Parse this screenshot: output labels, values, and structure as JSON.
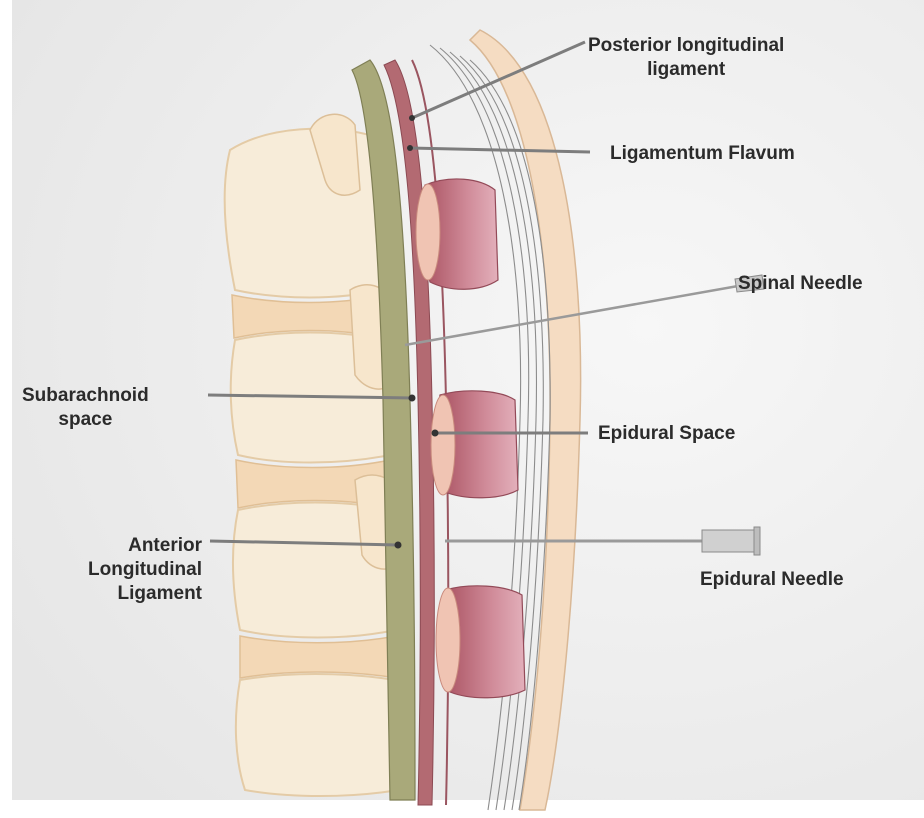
{
  "diagram": {
    "labels": {
      "posterior_longitudinal_ligament": [
        "Posterior longitudinal",
        "ligament"
      ],
      "ligamentum_flavum": "Ligamentum Flavum",
      "spinal_needle": "Spinal Needle",
      "subarachnoid_space": [
        "Subarachnoid",
        "space"
      ],
      "epidural_space": "Epidural Space",
      "anterior_longitudinal_ligament": [
        "Anterior",
        "Longitudinal",
        "Ligament"
      ],
      "epidural_needle": "Epidural Needle"
    },
    "colors": {
      "background": "#f0f0f0",
      "vertebra_fill": "#f7ecd9",
      "vertebra_outline": "#e6cfae",
      "disc_fill": "#f3ddc0",
      "dura_green": "#a9a97a",
      "ligament_red": "#b36a72",
      "epidural_pink": "#c98492",
      "skin": "#f5dcc2",
      "leader_line": "#7d7d7d",
      "needle": "#bdbdbd"
    }
  }
}
